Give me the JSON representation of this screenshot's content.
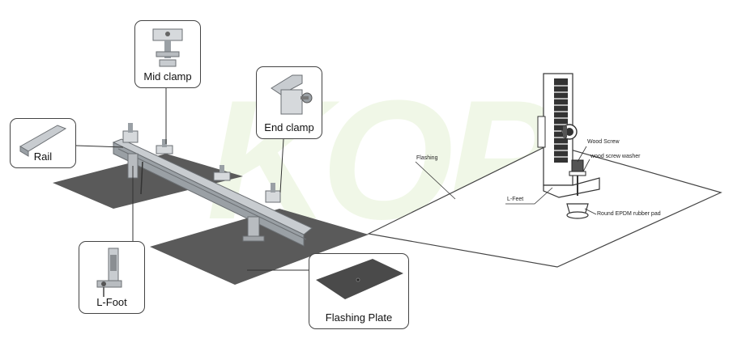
{
  "left_assembly": {
    "callouts": {
      "mid_clamp": "Mid clamp",
      "end_clamp": "End clamp",
      "rail": "Rail",
      "l_foot": "L-Foot",
      "flashing_plate": "Flashing Plate"
    }
  },
  "right_drawing": {
    "labels": {
      "flashing": "Flashing",
      "wood_screw": "Wood Screw",
      "wood_screw_washer": "wood screw washer",
      "l_feet": "L-Feet",
      "rubber_pad": "Round EPDM rubber pad"
    }
  },
  "watermark": {
    "brand_text": "KOP",
    "color": "#8cc63f"
  },
  "colors": {
    "plate": "#5a5a5a",
    "aluminum": "#c8ccd0",
    "outline": "#444444"
  }
}
